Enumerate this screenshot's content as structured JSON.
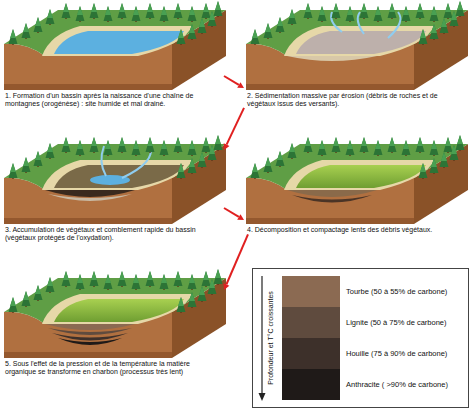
{
  "diagram": {
    "nodes": [
      {
        "text": [
          "1. Formation d'un bassin après la naissance d'une chaîne de montagnes (orogénèse) : site humide et mal drainé."
        ]
      },
      {
        "text": [
          "2. Sédimentation massive par érosion (débris de roches et de végétaux issus des versants)."
        ]
      },
      {
        "text": [
          "3. Accumulation de végétaux et comblement rapide du bassin (végétaux protégés de l'oxydation)."
        ]
      },
      {
        "text": [
          "4. Décomposition et compactage lents des débris végétaux."
        ]
      },
      {
        "text": [
          "5. Sous l'effet de la pression et de la température la matière organique se transforme en charbon (processus très lent)"
        ]
      }
    ],
    "edges": [
      {
        "from": 0,
        "to": 1,
        "arrow": "to"
      },
      {
        "from": 1,
        "to": 2,
        "arrow": "to"
      },
      {
        "from": 2,
        "to": 3,
        "arrow": "to"
      },
      {
        "from": 3,
        "to": 4,
        "arrow": "to"
      }
    ],
    "labels": [
      "Profondeur et T°C croissantes"
    ],
    "legend": [
      {
        "text": "Tourbe (50 à 55% de carbone)",
        "color": "#8b6a52"
      },
      {
        "text": "Lignite (50 à 75% de carbone)",
        "color": "#5f4b3e"
      },
      {
        "text": "Houille (75 à 90% de carbone)",
        "color": "#3d302a"
      },
      {
        "text": "Anthracite ( >90% de carbone)",
        "color": "#1f1a18"
      }
    ]
  }
}
